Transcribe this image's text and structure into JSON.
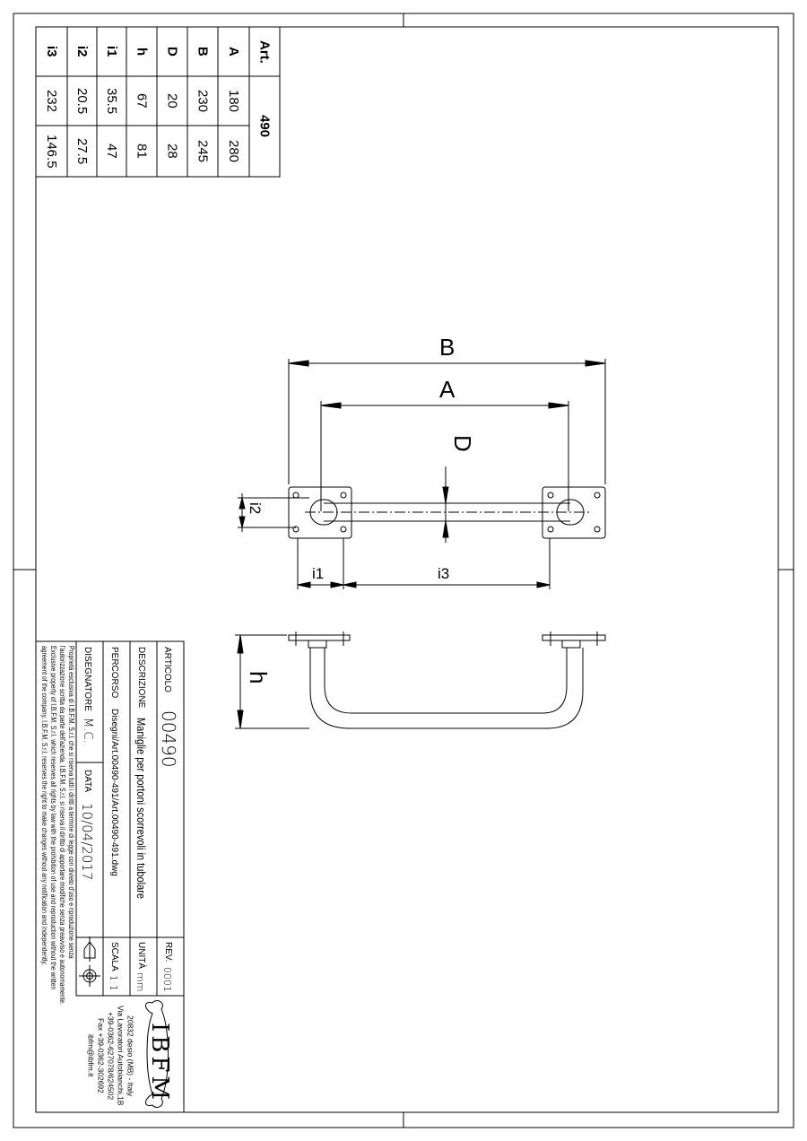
{
  "table": {
    "header": "Art.",
    "article": "490",
    "rows": [
      {
        "param": "A",
        "v1": "180",
        "v2": "280"
      },
      {
        "param": "B",
        "v1": "230",
        "v2": "245"
      },
      {
        "param": "D",
        "v1": "20",
        "v2": "28"
      },
      {
        "param": "h",
        "v1": "67",
        "v2": "81"
      },
      {
        "param": "i1",
        "v1": "35.5",
        "v2": "47"
      },
      {
        "param": "i2",
        "v1": "20.5",
        "v2": "27.5"
      },
      {
        "param": "i3",
        "v1": "232",
        "v2": "146.5"
      }
    ]
  },
  "dimensions": {
    "B": "B",
    "A": "A",
    "D": "D",
    "i2": "i2",
    "i1": "i1",
    "i3": "i3",
    "h": "h"
  },
  "title_block": {
    "articolo_label": "ARTICOLO",
    "articolo": "00490",
    "descrizione_label": "DESCRIZIONE",
    "descrizione": "Maniglie per portoni scorrevoli in tubolare",
    "percorso_label": "PERCORSO",
    "percorso": "Disegni/Art.00490-491/Art.00490-491.dwg",
    "disegnatore_label": "DISEGNATORE",
    "disegnatore": "M.C.",
    "data_label": "DATA",
    "data": "10/04/2017",
    "rev_label": "REV.",
    "rev": "0001",
    "unita_label": "UNITÀ",
    "unita": "mm",
    "scala_label": "SCALA",
    "scala": "1:1",
    "disclaimer": [
      "Proprietà esclusiva di I.B.F.M. S.r.l. che si riserva tutti i diritti a termine di legge con divieto d'uso e riproduzione senza",
      "l'autorizzazione scritta da parte dell'azienda. I.B.F.M. S.r.l. si riserva il diritto di apportare modifiche senza preavviso e autonomamente.",
      "Exclusive property of I.B.F.M. S.r.l. which reserves all rights by law with the prohibition of use and reproduction without the written",
      "agreement of the company. I.B.F.M. S.r.l. reserves the right to make changes without any notification and independently."
    ],
    "logo": "IBFM",
    "address": [
      "20832 desio (MB) - Italy",
      "Via Lavoratori Autobianchi,1B",
      "+39-0362-627078/624502",
      "Fax +39-0362-302692",
      "ibfm@ibfm.it"
    ]
  }
}
